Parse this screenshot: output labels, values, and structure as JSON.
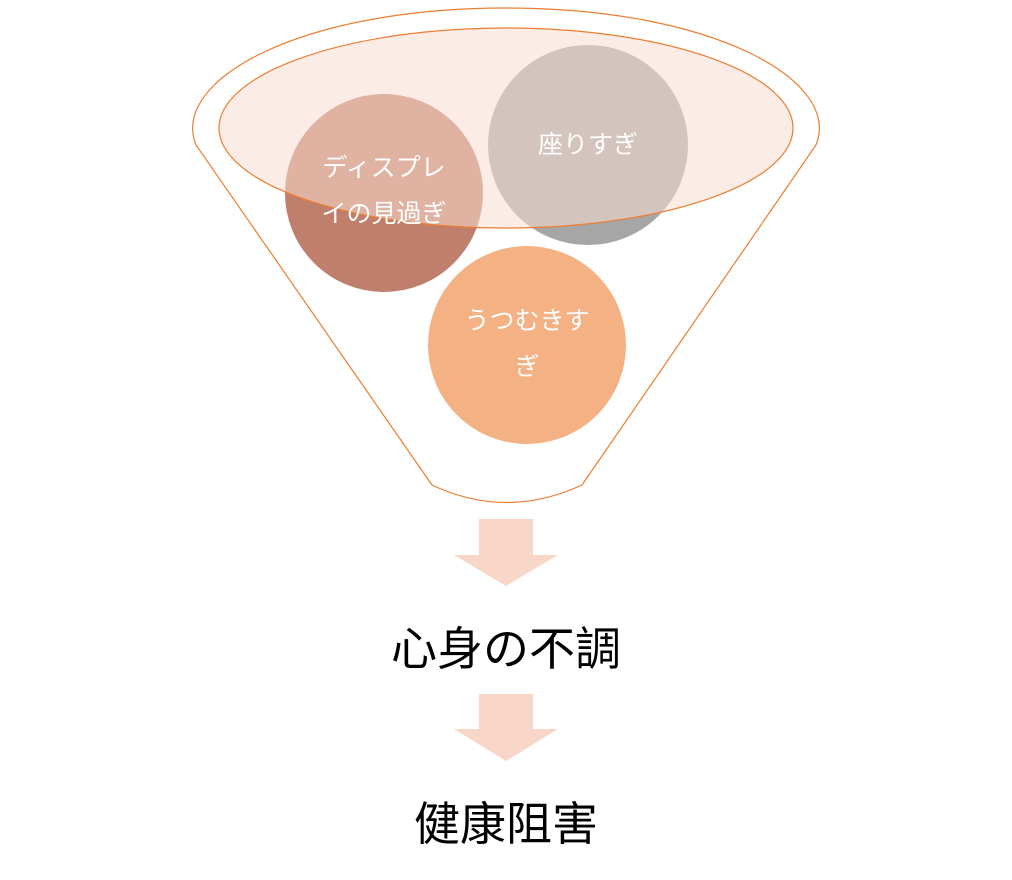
{
  "funnel": {
    "items": [
      {
        "label": "ディスプレ\nイの見過ぎ",
        "color": "#c07f6c"
      },
      {
        "label": "座りすぎ",
        "color": "#a6a6a6"
      },
      {
        "label": "うつむきす\nぎ",
        "color": "#f4b183"
      }
    ],
    "rim_fill": "#f8ddd0",
    "outline_color": "#ed7d31"
  },
  "arrows": {
    "color": "#f8d6c8"
  },
  "steps": {
    "first": "心身の不調",
    "second": "健康阻害"
  }
}
